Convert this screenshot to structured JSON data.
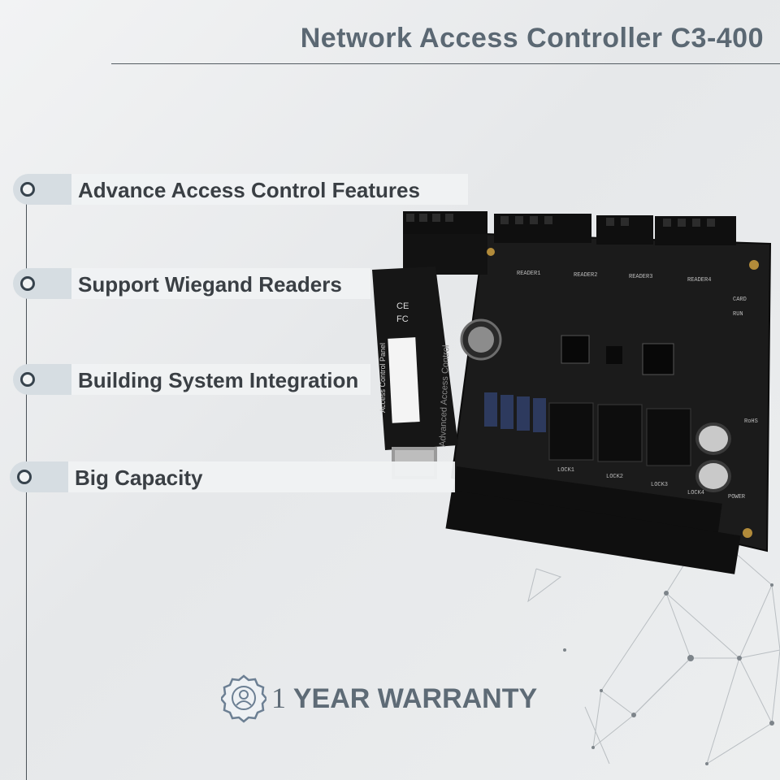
{
  "header": {
    "title": "Network Access Controller C3-400"
  },
  "features": [
    {
      "label": "Advance Access Control Features"
    },
    {
      "label": "Support  Wiegand Readers"
    },
    {
      "label": "Building System Integration"
    },
    {
      "label": "Big Capacity"
    }
  ],
  "product": {
    "side_label": "Access Control Panel",
    "side_label2": "Advanced Access Control",
    "marks": [
      "CE",
      "FC"
    ],
    "silkscreen": [
      "READER1",
      "READER2",
      "READER3",
      "READER4",
      "LOCK1",
      "LOCK2",
      "LOCK3",
      "LOCK4",
      "POWER",
      "RUN",
      "CARD",
      "RoHS"
    ]
  },
  "warranty": {
    "icon": "award-badge-icon",
    "number": "1",
    "text": "YEAR  WARRANTY"
  },
  "colors": {
    "title": "#5b6873",
    "bullet": "#37434d",
    "text": "#3a3f44",
    "board": "#1a1a1a"
  }
}
